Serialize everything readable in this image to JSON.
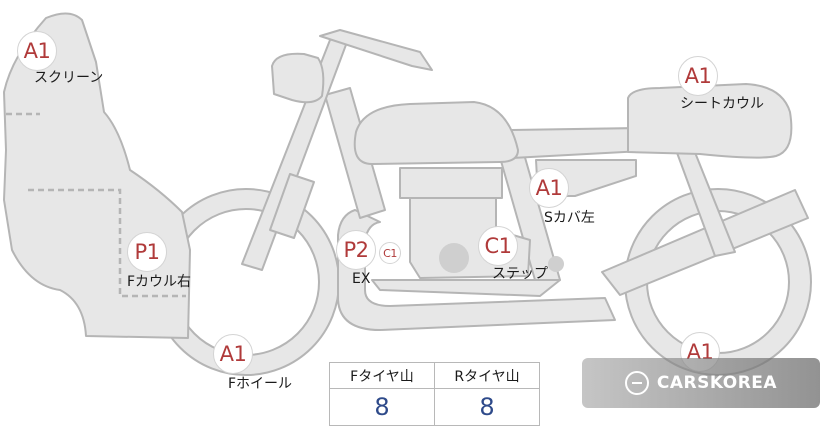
{
  "diagram": {
    "parts": [
      {
        "code": "A1",
        "label": "スクリーン"
      },
      {
        "code": "P1",
        "label": "Fカウル右"
      },
      {
        "code": "A1",
        "label": "Fホイール"
      },
      {
        "code": "P2",
        "label": "EX"
      },
      {
        "code": "C1",
        "label": ""
      },
      {
        "code": "C1",
        "label": "ステップ"
      },
      {
        "code": "A1",
        "label": "Sカバ左"
      },
      {
        "code": "A1",
        "label": "シートカウル"
      },
      {
        "code": "A1",
        "label": ""
      }
    ]
  },
  "tread_table": {
    "headers": [
      "Fタイヤ山",
      "Rタイヤ山"
    ],
    "values": [
      "8",
      "8"
    ],
    "value_color": "#2e4a8a"
  },
  "watermark": {
    "text": "CARSKOREA"
  },
  "colors": {
    "part_fill": "#e7e7e7",
    "part_stroke": "#b5b5b5",
    "badge_code": "#b03a3a"
  }
}
